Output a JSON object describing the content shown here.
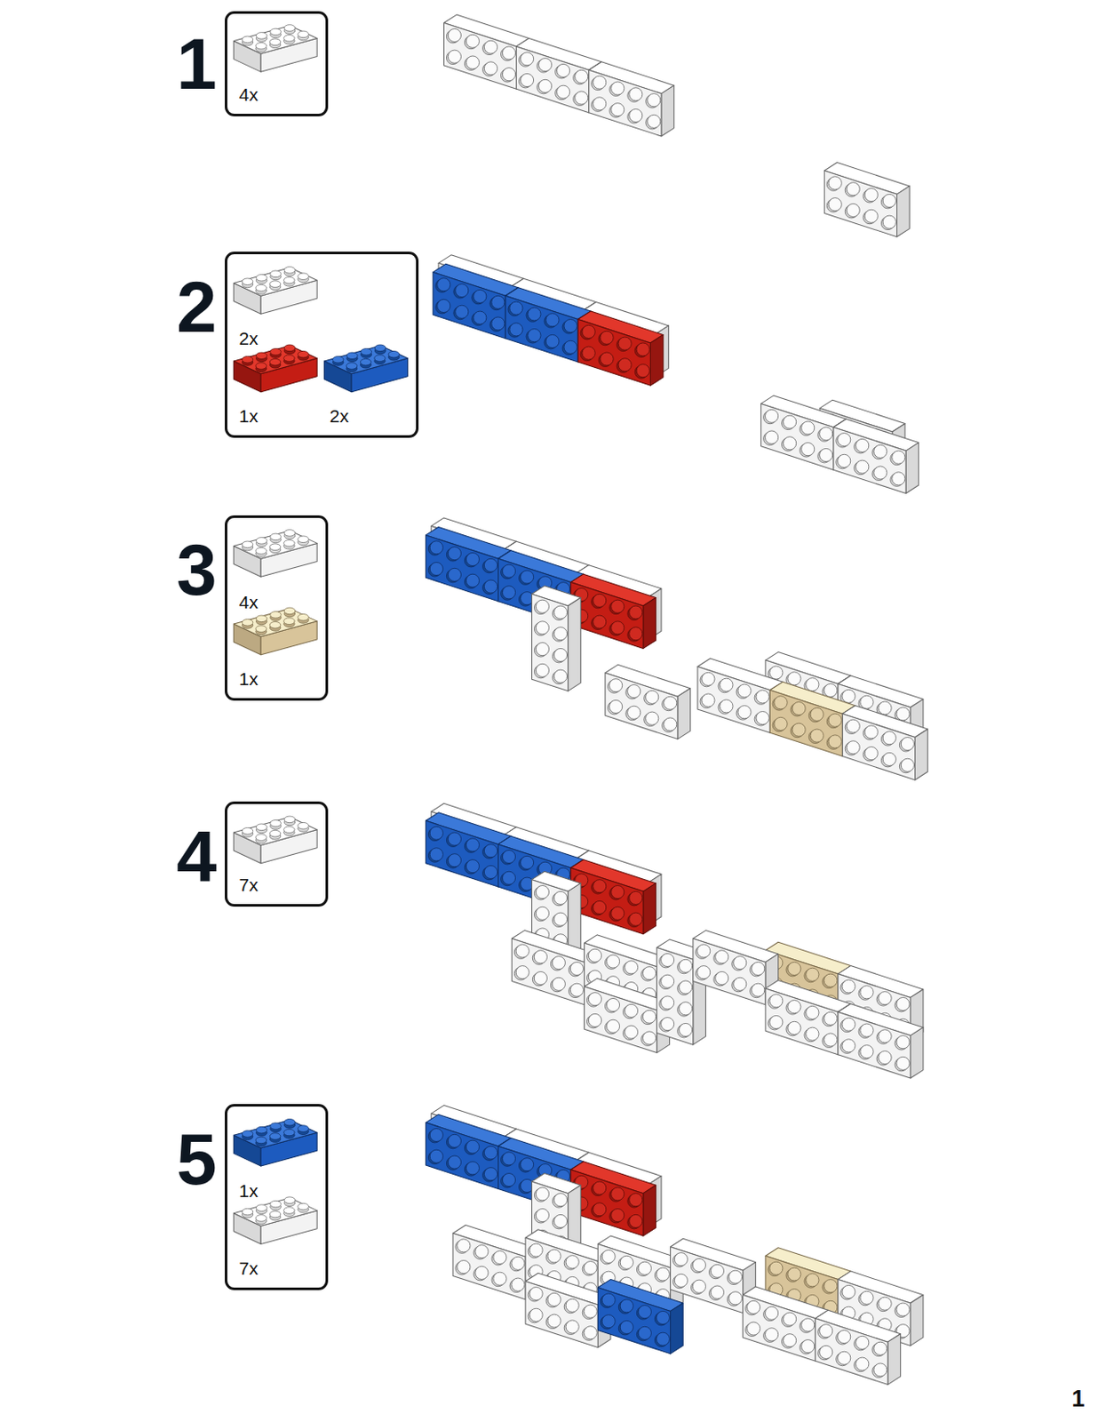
{
  "diagram": {
    "nodes": [
      {
        "text": [
          "1",
          "4x"
        ]
      },
      {
        "text": [
          "2",
          "2x",
          "1x",
          "2x"
        ]
      },
      {
        "text": [
          "3",
          "4x",
          "1x"
        ]
      },
      {
        "text": [
          "4",
          "7x"
        ]
      },
      {
        "text": [
          "5",
          "1x",
          "7x"
        ]
      }
    ],
    "labels": [
      "1"
    ]
  }
}
